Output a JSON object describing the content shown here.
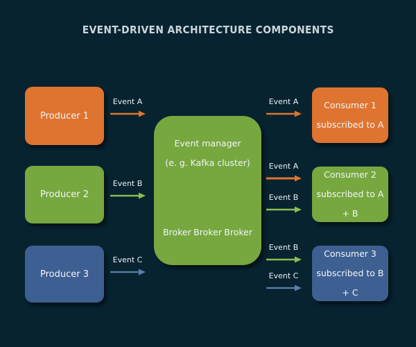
{
  "title": "EVENT-DRIVEN ARCHITECTURE COMPONENTS",
  "colors": {
    "background": "#072330",
    "orange": "#DF7430",
    "green": "#77A840",
    "blue": "#3E5F92",
    "arrow_orange": "#E0752D",
    "arrow_green": "#90BC4F",
    "arrow_blue": "#5C7FAD",
    "box_text": "#F2F5F6",
    "title_text": "#CBD5DA"
  },
  "producers": [
    {
      "label": "Producer 1"
    },
    {
      "label": "Producer 2"
    },
    {
      "label": "Producer 3"
    }
  ],
  "event_manager": {
    "title": "Event manager",
    "subtitle": "(e. g. Kafka cluster)",
    "brokers": [
      "Broker",
      "Broker",
      "Broker"
    ]
  },
  "consumers": [
    {
      "line1": "Consumer 1",
      "line2": "subscribed to A"
    },
    {
      "line1": "Consumer 2",
      "line2": "subscribed to A + B"
    },
    {
      "line1": "Consumer 3",
      "line2": "subscribed to B + C"
    }
  ],
  "arrows": {
    "left": [
      {
        "label": "Event A",
        "from": "Producer 1",
        "to": "Event manager"
      },
      {
        "label": "Event B",
        "from": "Producer 2",
        "to": "Event manager"
      },
      {
        "label": "Event C",
        "from": "Producer 3",
        "to": "Event manager"
      }
    ],
    "right": [
      {
        "label": "Event A",
        "from": "Event manager",
        "to": "Consumer 1"
      },
      {
        "label": "Event A",
        "from": "Event manager",
        "to": "Consumer 2"
      },
      {
        "label": "Event B",
        "from": "Event manager",
        "to": "Consumer 2"
      },
      {
        "label": "Event B",
        "from": "Event manager",
        "to": "Consumer 3"
      },
      {
        "label": "Event C",
        "from": "Event manager",
        "to": "Consumer 3"
      }
    ]
  }
}
